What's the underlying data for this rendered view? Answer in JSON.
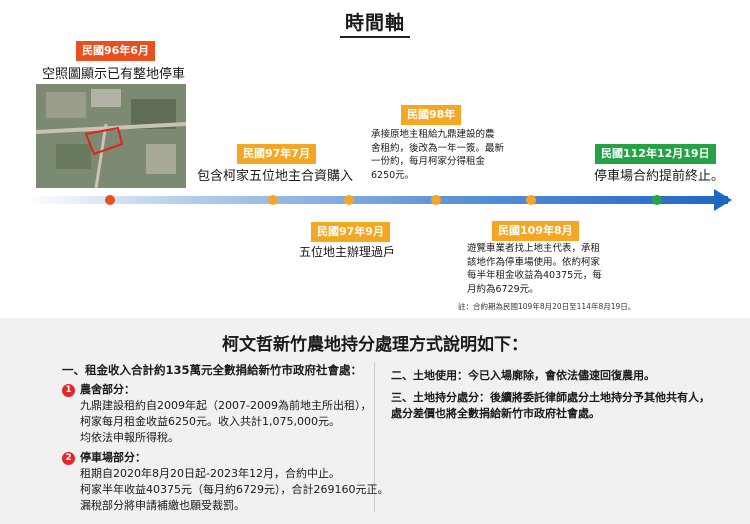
{
  "title": "時間軸",
  "events": {
    "e1": {
      "date": "民國96年6月",
      "text": "空照圖顯示已有整地停車"
    },
    "e2": {
      "date": "民國97年7月",
      "text": "包含柯家五位地主合資購入"
    },
    "e3": {
      "date": "民國97年9月",
      "text": "五位地主辦理過戶"
    },
    "e4": {
      "date": "民國98年",
      "lines": [
        "承接原地主租給九鼎建設的農",
        "舍租約，後改為一年一簽。最新",
        "一份約，每月柯家分得租金",
        "6250元。"
      ]
    },
    "e5": {
      "date": "民國109年8月",
      "lines": [
        "遊覽車業者找上地主代表，承租",
        "該地作為停車場使用。依約柯家",
        "每半年租金收益為40375元，每",
        "月約為6729元。"
      ]
    },
    "e6": {
      "date": "民國112年12月19日",
      "text": "停車場合約提前終止。"
    }
  },
  "note": "註：合約期為民國109年8月20日至114年8月19日。",
  "colors": {
    "orange": "#f5a623",
    "red": "#e8501f",
    "green": "#25a244",
    "arrow": "#1f66c4"
  },
  "bottom": {
    "heading": "柯文哲新竹農地持分處理方式說明如下：",
    "s1": {
      "heading": "一、租金收入合計約135萬元全數捐給新竹市政府社會處：",
      "item1": {
        "num": "1",
        "title": "農舍部分：",
        "lines": [
          "九鼎建設租約自2009年起（2007-2009為前地主所出租），",
          "柯家每月租金收益6250元。收入共計1,075,000元。",
          "均依法申報所得稅。"
        ]
      },
      "item2": {
        "num": "2",
        "title": "停車場部分：",
        "lines": [
          "租期自2020年8月20日起-2023年12月，合約中止。",
          "柯家半年收益40375元（每月約6729元），合計269160元正。",
          "漏稅部分將申請補繳也願受裁罰。"
        ]
      }
    },
    "s2": "二、土地使用：今已入場廓除，會依法儘速回復農用。",
    "s3": [
      "三、土地持分處分：後續將委託律師處分土地持分予其他共有人，",
      "處分差價也將全數捐給新竹市政府社會處。"
    ]
  }
}
